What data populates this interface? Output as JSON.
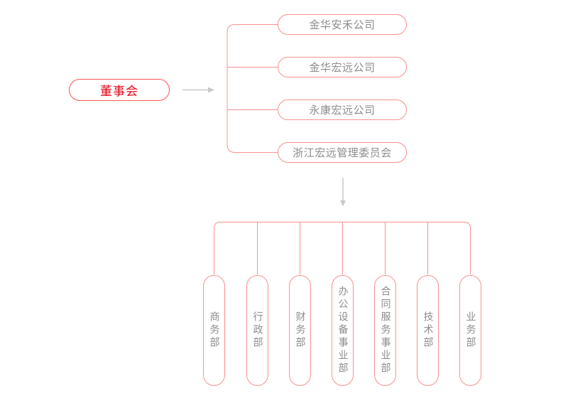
{
  "org_chart": {
    "root": {
      "label": "董事会"
    },
    "companies": [
      {
        "label": "金华安禾公司"
      },
      {
        "label": "金华宏远公司"
      },
      {
        "label": "永康宏远公司"
      },
      {
        "label": "浙江宏远管理委员会"
      }
    ],
    "departments": [
      {
        "label": "商务部"
      },
      {
        "label": "行政部"
      },
      {
        "label": "财务部"
      },
      {
        "label": "办公设备事业部"
      },
      {
        "label": "合同服务事业部"
      },
      {
        "label": "技术部"
      },
      {
        "label": "业务部"
      }
    ],
    "icons": {
      "right_arrow": "→",
      "down_arrow": "↓"
    },
    "colors": {
      "root_border": "#ff5252",
      "root_text": "#e60012",
      "node_border": "#f99090",
      "node_text": "#8c8c8c",
      "connector": "#f99090",
      "arrow": "#c9c9c9",
      "page_bg": "#ffffff"
    }
  }
}
